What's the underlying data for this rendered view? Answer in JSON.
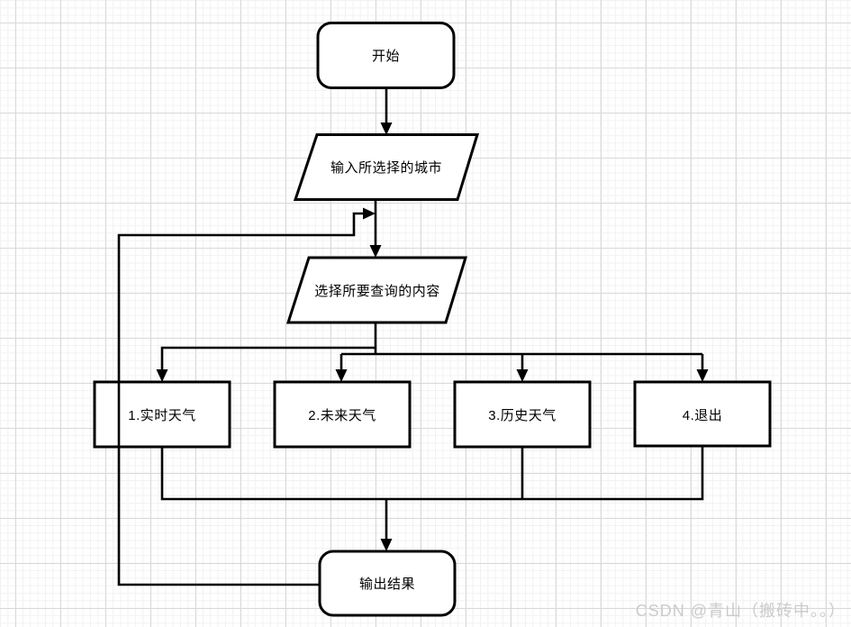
{
  "diagram": {
    "type": "flowchart",
    "nodes": {
      "start": {
        "label": "开始",
        "shape": "rounded-rectangle"
      },
      "input_city": {
        "label": "输入所选择的城市",
        "shape": "parallelogram"
      },
      "select_content": {
        "label": "选择所要查询的内容",
        "shape": "parallelogram"
      },
      "option1": {
        "label": "1.实时天气",
        "shape": "rectangle"
      },
      "option2": {
        "label": "2.未来天气",
        "shape": "rectangle"
      },
      "option3": {
        "label": "3.历史天气",
        "shape": "rectangle"
      },
      "option4": {
        "label": "4.退出",
        "shape": "rectangle"
      },
      "output": {
        "label": "输出结果",
        "shape": "rounded-rectangle"
      }
    },
    "edges": [
      {
        "from": "start",
        "to": "input_city"
      },
      {
        "from": "input_city",
        "to": "select_content"
      },
      {
        "from": "select_content",
        "to": "option1"
      },
      {
        "from": "select_content",
        "to": "option2"
      },
      {
        "from": "select_content",
        "to": "option3"
      },
      {
        "from": "select_content",
        "to": "option4"
      },
      {
        "from": "option1",
        "to": "output"
      },
      {
        "from": "option3",
        "to": "output"
      },
      {
        "from": "option4",
        "to": "output"
      },
      {
        "from": "output",
        "to": "select_content",
        "note": "loop back"
      }
    ],
    "colors": {
      "stroke": "#000000",
      "fill": "#ffffff",
      "grid_minor": "#f2f2f2",
      "grid_major": "#d9d9d9"
    }
  },
  "watermark": {
    "text": "CSDN @青山（搬砖中。。）",
    "color": "#cbcbcb"
  }
}
